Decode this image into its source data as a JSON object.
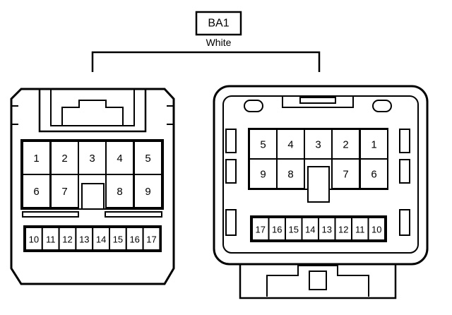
{
  "connector": {
    "code": "BA1",
    "color": "White"
  },
  "left_connector": {
    "upper_row_1": [
      "1",
      "2",
      "3",
      "4",
      "5"
    ],
    "upper_row_2": [
      "6",
      "7",
      "8",
      "9"
    ],
    "lower_row": [
      "10",
      "11",
      "12",
      "13",
      "14",
      "15",
      "16",
      "17"
    ]
  },
  "right_connector": {
    "upper_row_1": [
      "5",
      "4",
      "3",
      "2",
      "1"
    ],
    "upper_row_2": [
      "9",
      "8",
      "7",
      "6"
    ],
    "lower_row": [
      "17",
      "16",
      "15",
      "14",
      "13",
      "12",
      "11",
      "10"
    ]
  }
}
